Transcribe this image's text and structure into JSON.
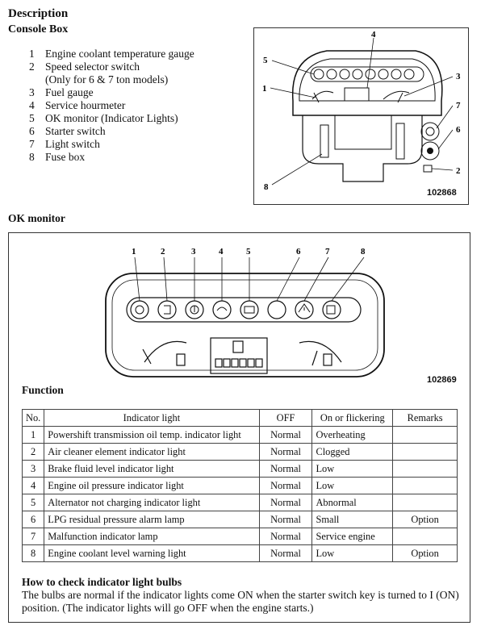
{
  "header": {
    "title": "Description",
    "subtitle": "Console Box"
  },
  "console_items": [
    {
      "num": "1",
      "text": "Engine coolant temperature gauge"
    },
    {
      "num": "2",
      "text": "Speed selector switch"
    },
    {
      "num": "",
      "text": "(Only for 6 & 7 ton models)"
    },
    {
      "num": "3",
      "text": "Fuel gauge"
    },
    {
      "num": "4",
      "text": "Service hourmeter"
    },
    {
      "num": "5",
      "text": "OK monitor (Indicator Lights)"
    },
    {
      "num": "6",
      "text": "Starter switch"
    },
    {
      "num": "7",
      "text": "Light switch"
    },
    {
      "num": "8",
      "text": "Fuse box"
    }
  ],
  "figure1": {
    "code": "102868",
    "callouts": [
      "1",
      "2",
      "3",
      "4",
      "5",
      "6",
      "7",
      "8"
    ]
  },
  "ok_monitor": {
    "title": "OK monitor",
    "figure_code": "102869",
    "callouts": [
      "1",
      "2",
      "3",
      "4",
      "5",
      "6",
      "7",
      "8"
    ],
    "function_title": "Function"
  },
  "table": {
    "headers": [
      "No.",
      "Indicator light",
      "OFF",
      "On or flickering",
      "Remarks"
    ],
    "rows": [
      [
        "1",
        "Powershift transmission oil temp. indicator light",
        "Normal",
        "Overheating",
        ""
      ],
      [
        "2",
        "Air cleaner element indicator light",
        "Normal",
        "Clogged",
        ""
      ],
      [
        "3",
        "Brake fluid level indicator light",
        "Normal",
        "Low",
        ""
      ],
      [
        "4",
        "Engine oil pressure indicator light",
        "Normal",
        "Low",
        ""
      ],
      [
        "5",
        "Alternator not charging indicator light",
        "Normal",
        "Abnormal",
        ""
      ],
      [
        "6",
        "LPG residual pressure alarm lamp",
        "Normal",
        "Small",
        "Option"
      ],
      [
        "7",
        "Malfunction indicator lamp",
        "Normal",
        "Service engine",
        ""
      ],
      [
        "8",
        "Engine coolant level warning light",
        "Normal",
        "Low",
        "Option"
      ]
    ]
  },
  "check": {
    "title": "How to check indicator light bulbs",
    "text": "The bulbs are normal if the indicator lights come ON when the starter switch key is turned to I (ON) position.  (The indicator lights will go OFF when the engine starts.)"
  }
}
